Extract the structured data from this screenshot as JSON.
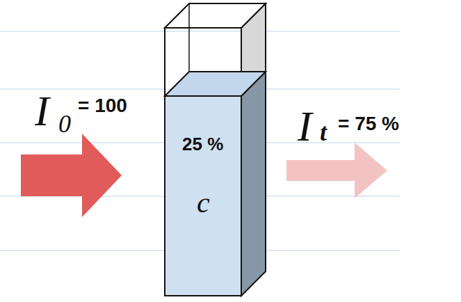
{
  "diagram": {
    "nodes": [
      {
        "text": [
          "25 %",
          "c"
        ]
      }
    ],
    "labels": [
      "I",
      "0",
      "= 100",
      "I",
      "t",
      "= 75 %"
    ]
  }
}
